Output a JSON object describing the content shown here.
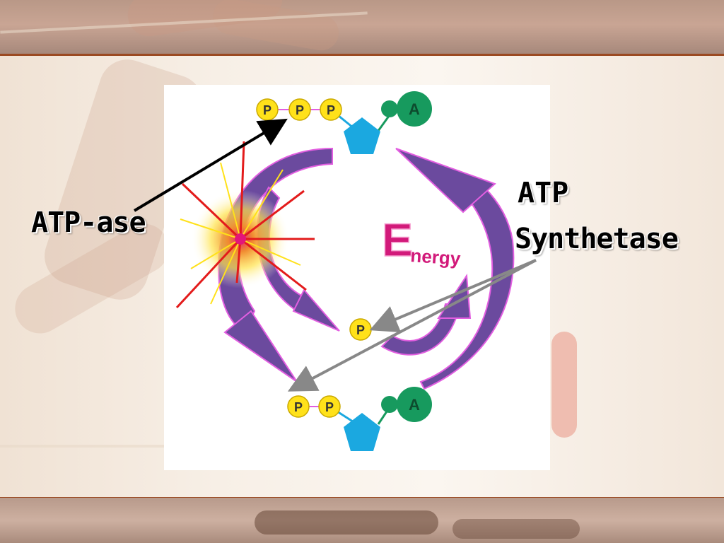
{
  "slide": {
    "colors": {
      "molecule_phosphate": "#ffe11a",
      "molecule_adenine": "#179a5e",
      "molecule_ribose": "#1ba8e0",
      "cycle_arrow": "#6b4a9e",
      "cycle_outline": "#e25ee0",
      "burst_core": "#e3157a",
      "energy_text": "#d21a7a"
    },
    "labels": {
      "atpase": "ATP-ase",
      "synthetase_line1": "ATP",
      "synthetase_line2": "Synthetase"
    },
    "diagram": {
      "top_molecule": {
        "phosphates": [
          "P",
          "P",
          "P"
        ],
        "adenine": "A"
      },
      "bottom_molecule": {
        "phosphates": [
          "P",
          "P"
        ],
        "adenine": "A"
      },
      "free_phosphate": "P",
      "energy_word_big": "E",
      "energy_word_small": "nergy"
    }
  }
}
